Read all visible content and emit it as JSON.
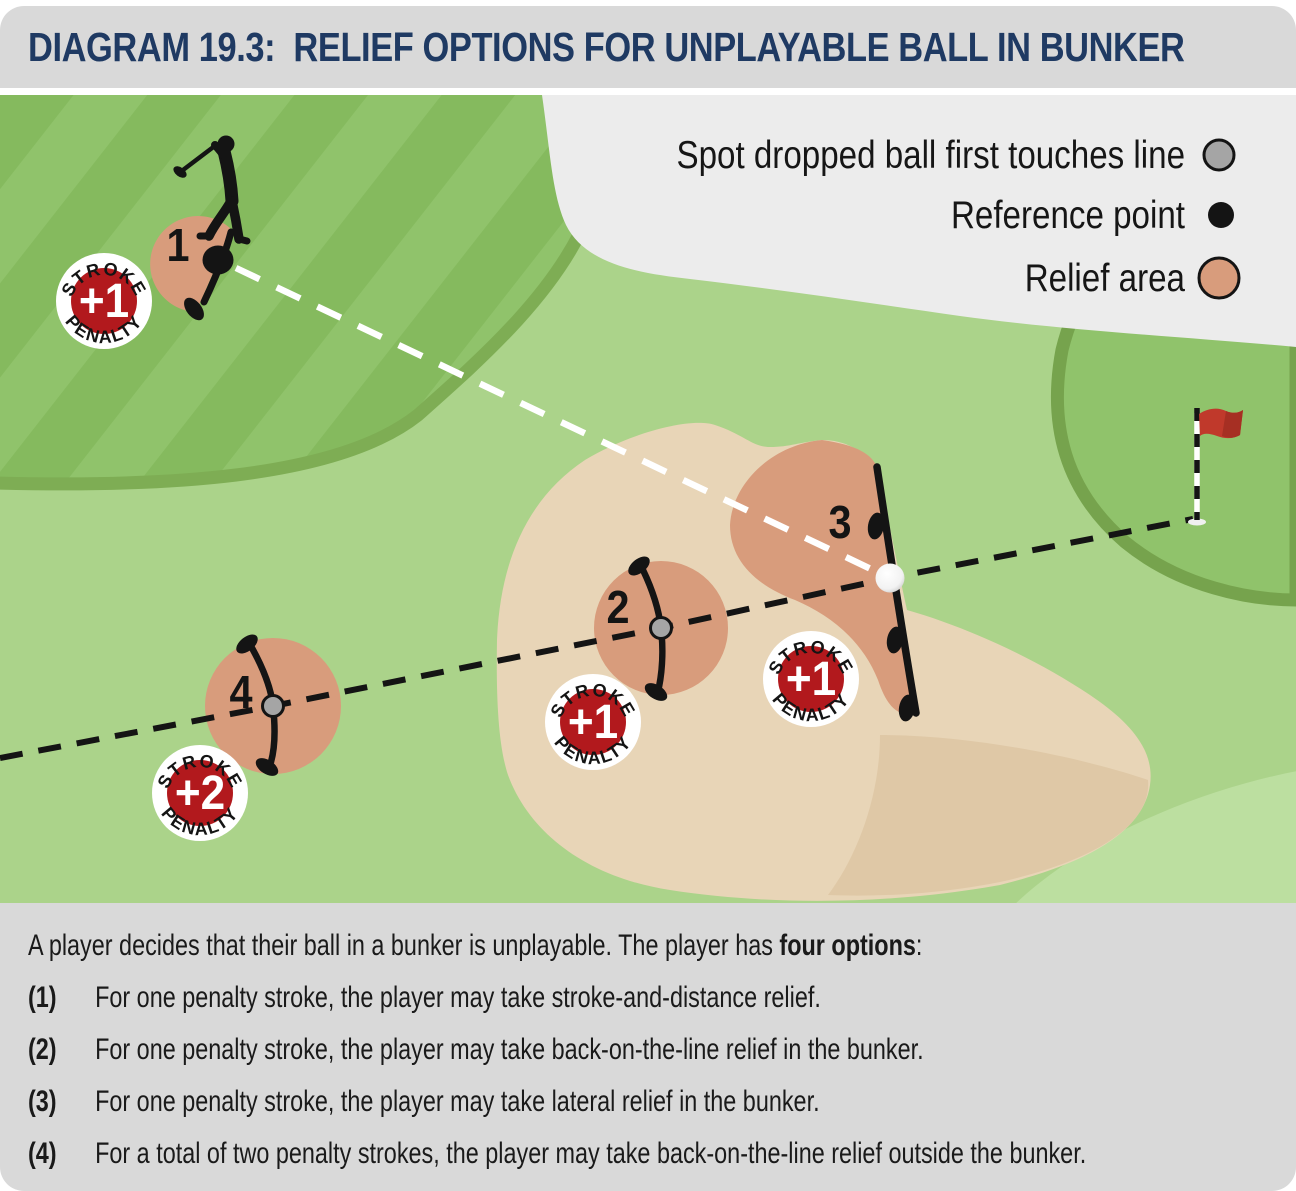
{
  "header": {
    "title": "DIAGRAM 19.3:  RELIEF OPTIONS FOR UNPLAYABLE BALL IN BUNKER"
  },
  "legend": {
    "items": [
      {
        "label": "Spot dropped ball first touches line",
        "swatch": "gray-dot"
      },
      {
        "label": "Reference point",
        "swatch": "black-dot"
      },
      {
        "label": "Relief area",
        "swatch": "relief-area"
      }
    ]
  },
  "diagram": {
    "area_labels": [
      "1",
      "2",
      "3",
      "4"
    ],
    "badges": [
      {
        "top": "STROKE",
        "value": "+1",
        "bottom": "PENALTY"
      },
      {
        "top": "STROKE",
        "value": "+1",
        "bottom": "PENALTY"
      },
      {
        "top": "STROKE",
        "value": "+1",
        "bottom": "PENALTY"
      },
      {
        "top": "STROKE",
        "value": "+2",
        "bottom": "PENALTY"
      }
    ]
  },
  "footer": {
    "intro": {
      "prefix": "A player decides that their ball in a bunker is unplayable. The player has ",
      "bold": "four options",
      "suffix": ":"
    },
    "options": [
      {
        "num": "(1)",
        "text": "For one penalty stroke, the player may take stroke-and-distance relief."
      },
      {
        "num": "(2)",
        "text": "For one penalty stroke, the player may take back-on-the-line relief in the bunker."
      },
      {
        "num": "(3)",
        "text": "For one penalty stroke, the player may take lateral relief in the bunker."
      },
      {
        "num": "(4)",
        "text": "For a total of two penalty strokes, the player may take back-on-the-line relief outside the bunker."
      }
    ]
  },
  "colors": {
    "panel_gray": "#d9d9d9",
    "legend_gray": "#ececec",
    "title_navy": "#1f3a63",
    "rough": "#abd38a",
    "rough_light": "#bcdfa0",
    "fairway": "#90c36b",
    "fairway_stripe": "#85ba5e",
    "fairway_edge": "#7ead54",
    "green_edge": "#76a34d",
    "sand": "#e8d5b7",
    "sand_shade": "#dfc8a6",
    "relief": "#d89c7c",
    "badge_red": "#b2191d",
    "flag_red": "#c0392b",
    "flag_red_dark": "#a62f23",
    "spot_gray": "#a5a5a5",
    "text_dark": "#1a1a1a"
  }
}
